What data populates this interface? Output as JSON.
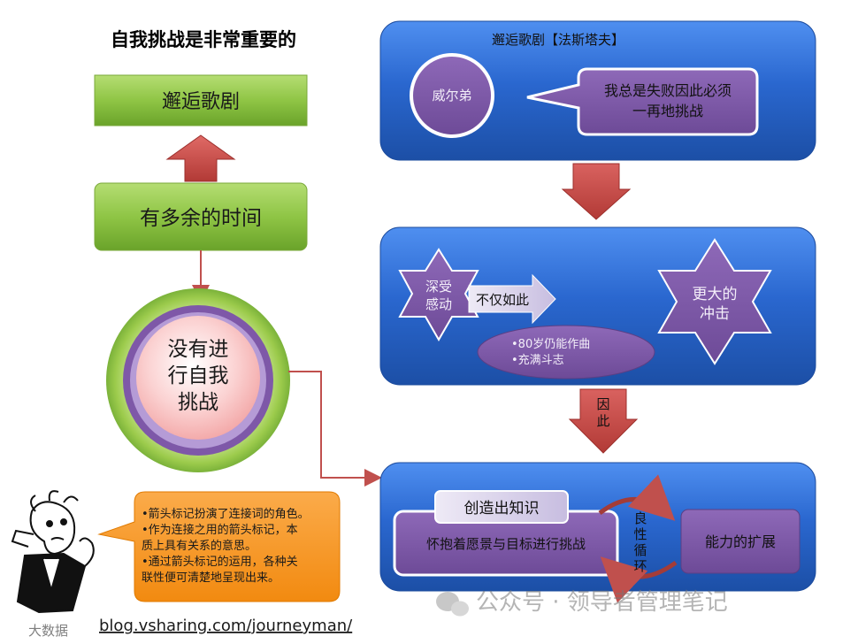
{
  "title": "自我挑战是非常重要的",
  "left": {
    "top_box": "邂逅歌剧",
    "mid_box": "有多余的时间",
    "circle_lines": [
      "没有进",
      "行自我",
      "挑战"
    ]
  },
  "note": {
    "lines": [
      "•箭头标记扮演了连接词的角色。",
      "•作为连接之用的箭头标记，本",
      "质上具有关系的意思。",
      "•通过箭头标记的运用，各种关",
      "联性便可清楚地呈现出来。"
    ]
  },
  "panel1": {
    "header": "邂逅歌剧【法斯塔夫】",
    "person": "威尔弟",
    "speech_lines": [
      "我总是失败因此必须",
      "一再地挑战"
    ]
  },
  "panel2": {
    "star_left_lines": [
      "深受",
      "感动"
    ],
    "arrow_label": "不仅如此",
    "star_right_lines": [
      "更大的",
      "冲击"
    ],
    "bullets": [
      "•80岁仍能作曲",
      "•充满斗志"
    ]
  },
  "down_arrow_label_lines": [
    "因",
    "此"
  ],
  "panel3": {
    "tab": "创造出知识",
    "box_left": "怀抱着愿景与目标进行挑战",
    "cycle_lines": [
      "良",
      "性",
      "循",
      "环"
    ],
    "box_right": "能力的扩展"
  },
  "footer": {
    "url": "blog.vsharing.com/journeyman/",
    "watermark": "公众号 · 领导者管理笔记",
    "logo_text": "大数据"
  },
  "colors": {
    "green": "#8dc63f",
    "blue_panel": "#2f6fd0",
    "purple": "#7e58a8",
    "red_arrow": "#c0504d",
    "orange_note": "#f7941d"
  }
}
